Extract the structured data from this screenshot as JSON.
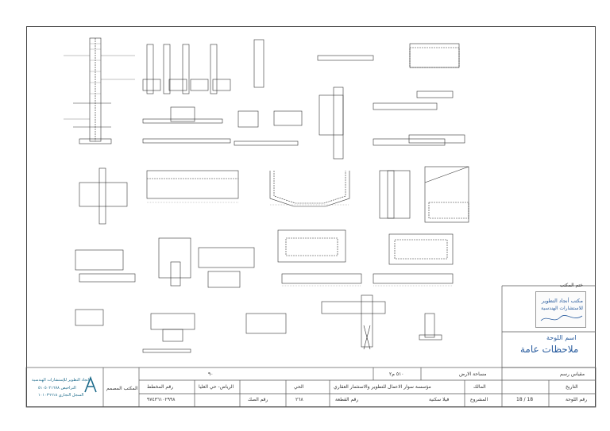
{
  "title_block": {
    "board_name_label": "اسم اللوحة",
    "board_name": "ملاحظات عامة",
    "scale_label": "مقياس رسم",
    "date_label": "التاريخ",
    "sheet_no_label": "رقم اللوحة",
    "sheet_no": "18 / 18",
    "owner_label": "المالك",
    "owner": "مؤسسة سوار الاعمال للتطوير والاستثمار العقاري",
    "area_label": "مساحة الارض",
    "area": "٥١٠ م٢",
    "project_label": "المشروع",
    "project": "فيلا سكنية",
    "plot_label": "رقم القطعة",
    "plot": "٢٦٨",
    "district_label": "الحي",
    "district": "الرياض- حي العليا",
    "plan_no_label": "رقم المخطط",
    "plan_no": "٩٠",
    "deed_label": "رقم الصك",
    "deed": "٩٧٤٣٦١٠٢٩٩٨",
    "designer_label": "المكتب المصمم",
    "office_stamp_label": "ختم المكتب",
    "office_name_ar": "مكتب أنجاد التطوير",
    "office_name_ar2": "للاستشارات الهندسية",
    "logo_name": "انجاد التطوير للإستشارات الهندسية",
    "logo_line2": "التراخيص  ٥١٠٥٠٢١٦٧٨",
    "logo_line3": "السجل التجاري  ١٠١٠٣٦٦١٨"
  },
  "colors": {
    "line": "#333333",
    "accent": "#2a5d9f",
    "logo": "#1c6a8a"
  }
}
